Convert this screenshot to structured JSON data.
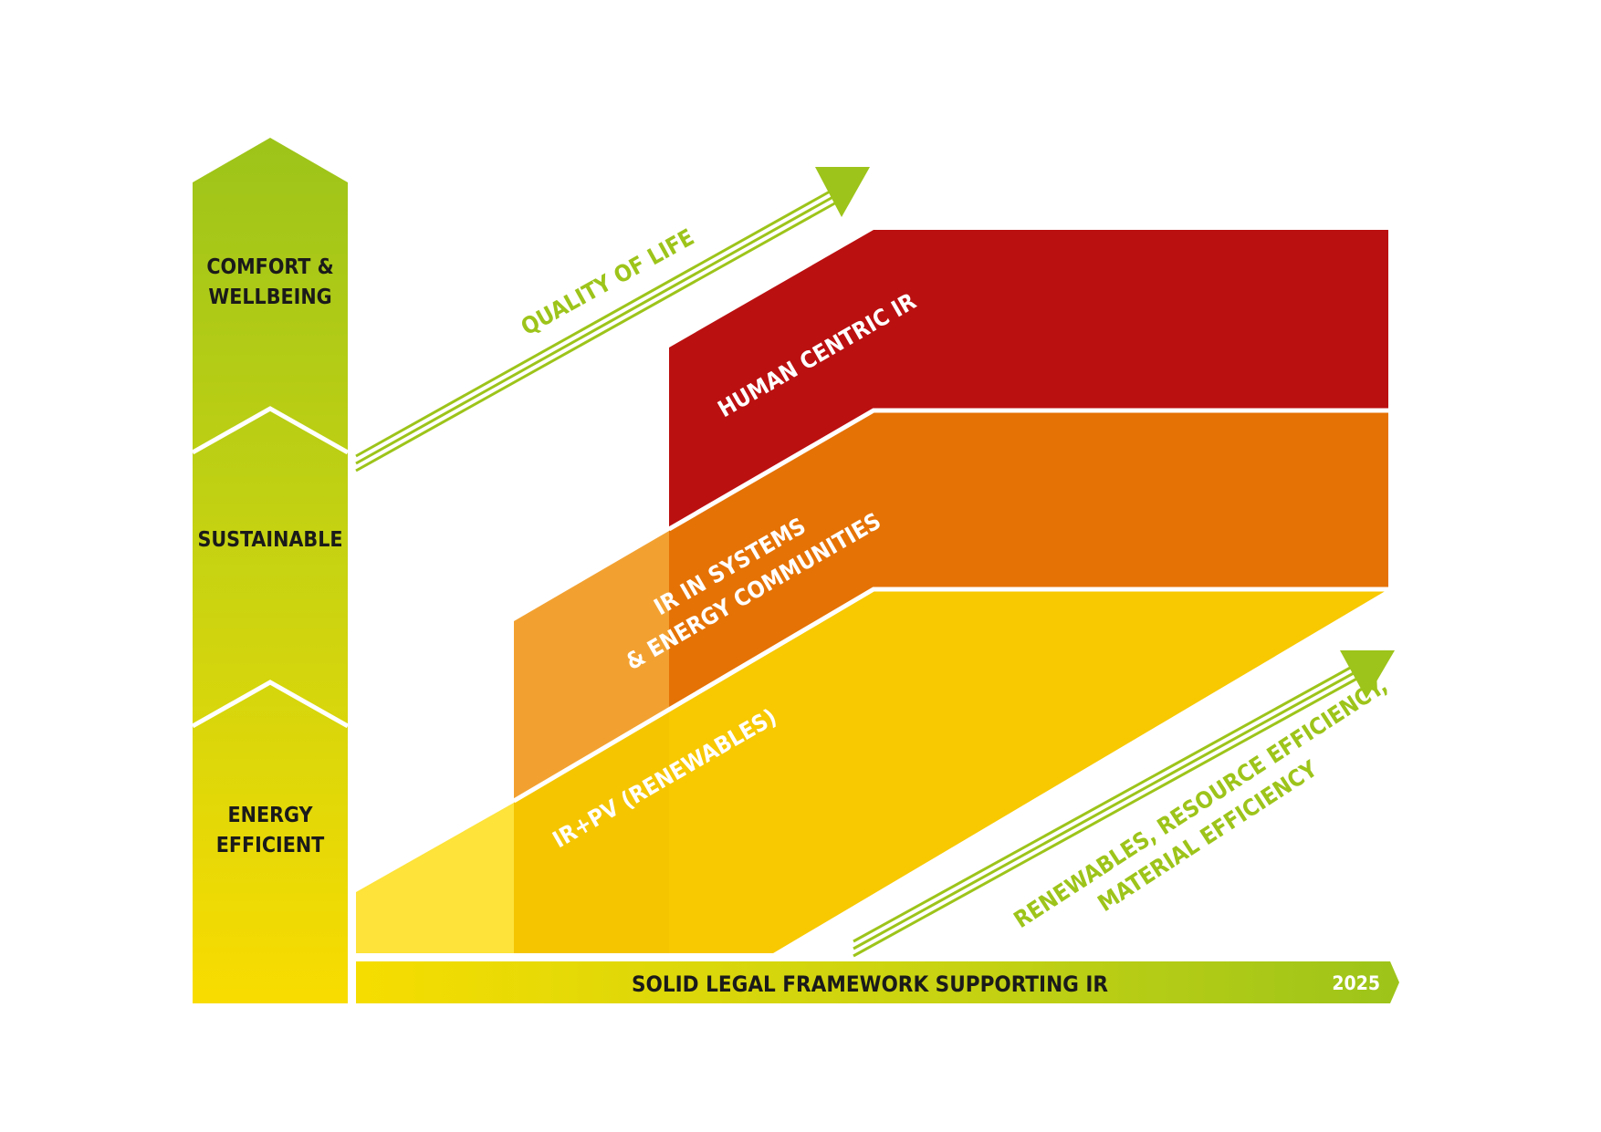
{
  "pillar": {
    "top_label_line1": "COMFORT &",
    "top_label_line2": "WELLBEING",
    "middle_label": "SUSTAINABLE",
    "bottom_label_line1": "ENERGY",
    "bottom_label_line2": "EFFICIENT"
  },
  "layers": {
    "top": "HUMAN CENTRIC IR",
    "middle_line1": "IR IN SYSTEMS",
    "middle_line2": "& ENERGY COMMUNITIES",
    "bottom": "IR+PV (RENEWABLES)"
  },
  "arrows": {
    "upper": "QUALITY OF LIFE",
    "lower_line1": "RENEWABLES, RESOURCE EFFICIENCY,",
    "lower_line2": "MATERIAL EFFICIENCY"
  },
  "base_bar": {
    "label": "SOLID LEGAL FRAMEWORK SUPPORTING IR",
    "year": "2025"
  },
  "colors": {
    "green": "#9dc41a",
    "yellow_green": "#c8d311",
    "yellow": "#f6dd00",
    "red": "#bb1010",
    "orange": "#e57205",
    "light_orange": "#f2a131",
    "amber": "#f8c800",
    "light_yellow": "#fde33a",
    "text_dark": "#1a1a1a",
    "text_light": "#ffffff"
  }
}
